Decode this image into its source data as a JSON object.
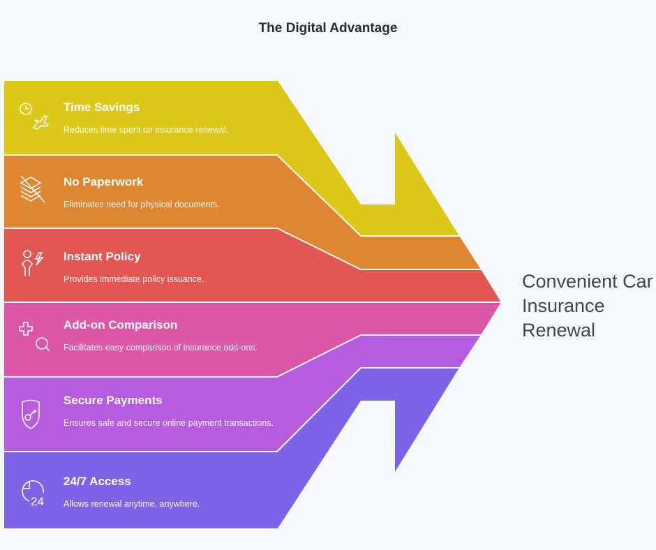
{
  "title": "The Digital Advantage",
  "outcome": "Convenient Car Insurance Renewal",
  "items": [
    {
      "title": "Time Savings",
      "description": "Reduces time spent on insurance renewal.",
      "icon": "clock-plane-icon",
      "color": "#ddc818"
    },
    {
      "title": "No Paperwork",
      "description": "Eliminates need for physical documents.",
      "icon": "no-paper-icon",
      "color": "#e08530"
    },
    {
      "title": "Instant Policy",
      "description": "Provides immediate policy issuance.",
      "icon": "person-lightning-icon",
      "color": "#e35752"
    },
    {
      "title": "Add-on Comparison",
      "description": "Facilitates easy comparison of insurance add-ons.",
      "icon": "plus-search-icon",
      "color": "#dc57a7"
    },
    {
      "title": "Secure Payments",
      "description": "Ensures safe and secure online payment transactions.",
      "icon": "shield-key-icon",
      "color": "#b75be0"
    },
    {
      "title": "24/7 Access",
      "description": "Allows renewal anytime, anywhere.",
      "icon": "clock-24-icon",
      "color": "#7d64e6"
    }
  ]
}
